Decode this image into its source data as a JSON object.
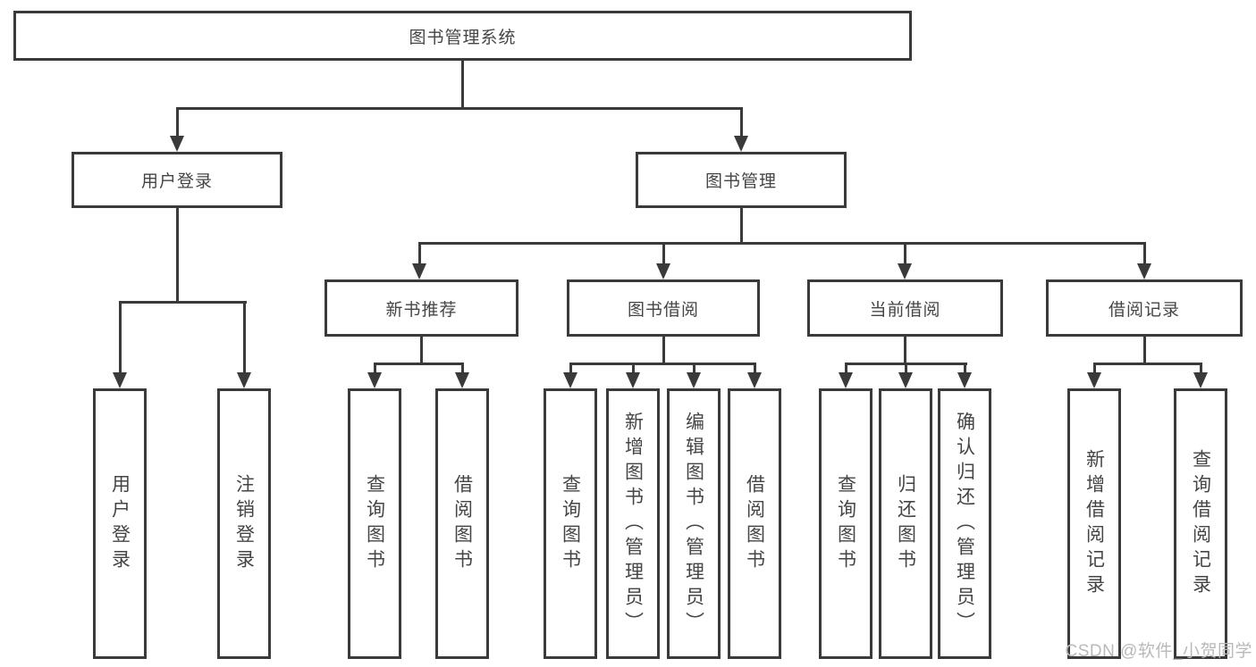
{
  "tree": {
    "root": {
      "label": "图书管理系统"
    },
    "level2": [
      {
        "label": "用户登录"
      },
      {
        "label": "图书管理"
      }
    ],
    "level3": [
      {
        "label": "新书推荐",
        "parent": "图书管理"
      },
      {
        "label": "图书借阅",
        "parent": "图书管理"
      },
      {
        "label": "当前借阅",
        "parent": "图书管理"
      },
      {
        "label": "借阅记录",
        "parent": "图书管理"
      }
    ],
    "leaves": [
      {
        "label": "用户登录",
        "parent": "用户登录"
      },
      {
        "label": "注销登录",
        "parent": "用户登录"
      },
      {
        "label": "查询图书",
        "parent": "新书推荐"
      },
      {
        "label": "借阅图书",
        "parent": "新书推荐"
      },
      {
        "label": "查询图书",
        "parent": "图书借阅"
      },
      {
        "label": "新增图书（管理员）",
        "parent": "图书借阅"
      },
      {
        "label": "编辑图书（管理员）",
        "parent": "图书借阅"
      },
      {
        "label": "借阅图书",
        "parent": "图书借阅"
      },
      {
        "label": "查询图书",
        "parent": "当前借阅"
      },
      {
        "label": "归还图书",
        "parent": "当前借阅"
      },
      {
        "label": "确认归还（管理员）",
        "parent": "当前借阅"
      },
      {
        "label": "新增借阅记录",
        "parent": "借阅记录"
      },
      {
        "label": "查询借阅记录",
        "parent": "借阅记录"
      }
    ]
  },
  "watermark": {
    "text": "CSDN @软件_小贺同学"
  },
  "colors": {
    "line": "#3a3a3a",
    "text": "#454545",
    "background": "#ffffff",
    "watermark": "#b9b9b9"
  }
}
